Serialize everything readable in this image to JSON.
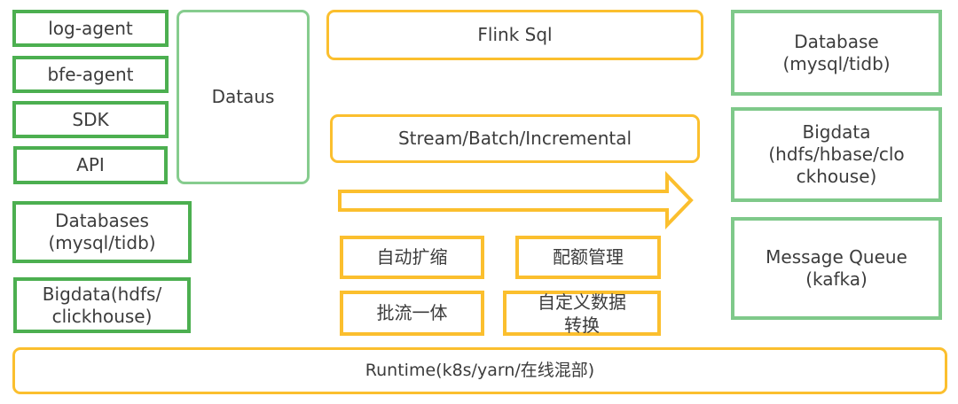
{
  "diagram": {
    "sources": {
      "agents": [
        "log-agent",
        "bfe-agent",
        "SDK",
        "API"
      ],
      "collector": "Dataus",
      "databases": "Databases\n(mysql/tidb)",
      "bigdata": "Bigdata(hdfs/\nclickhouse)"
    },
    "processing": {
      "engine": "Flink Sql",
      "modes": "Stream/Batch/Incremental",
      "flow_arrow": "right-arrow-icon",
      "features": [
        "自动扩缩",
        "配额管理",
        "批流一体",
        "自定义数据\n转换"
      ]
    },
    "sinks": {
      "database": "Database\n(mysql/tidb)",
      "bigdata": "Bigdata\n(hdfs/hbase/clo\nckhouse)",
      "message_queue": "Message Queue\n(kafka)"
    },
    "runtime": "Runtime(k8s/yarn/在线混部)",
    "colors": {
      "source_green": "#4caf50",
      "sink_green": "#7fc98a",
      "processing_yellow": "#fbbf2e",
      "text": "#3c3c3c"
    }
  }
}
